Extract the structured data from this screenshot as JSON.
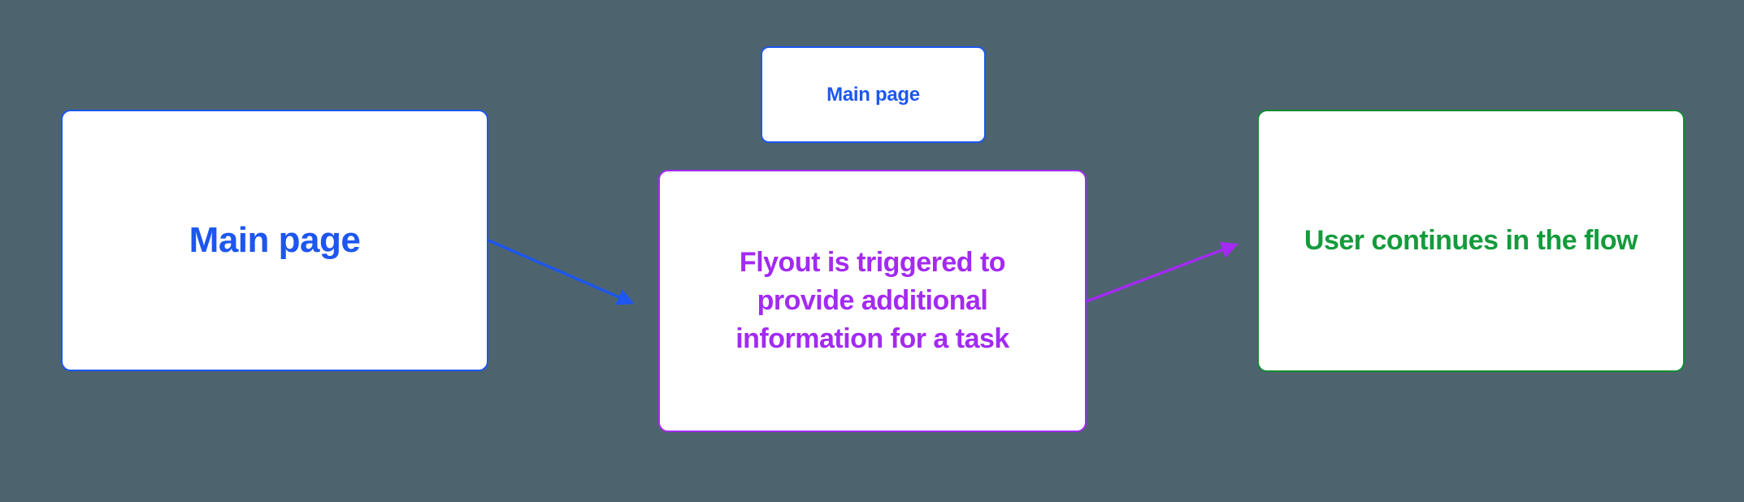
{
  "colors": {
    "background": "#4d646e",
    "node_fill": "#ffffff",
    "blue": "#1d56f0",
    "purple": "#a32af2",
    "green_text": "#149b3c",
    "green_border": "#128a32"
  },
  "nodes": {
    "main_page": {
      "label": "Main page"
    },
    "main_page_small": {
      "label": "Main page"
    },
    "flyout": {
      "label": "Flyout is triggered to\nprovide additional\ninformation for a task"
    },
    "continue": {
      "label": "User continues in the flow"
    }
  },
  "edges": [
    {
      "from": "Main page",
      "to": "Flyout is triggered to provide additional information for a task",
      "color": "#1d56f0"
    },
    {
      "from": "Flyout is triggered to provide additional information for a task",
      "to": "User continues in the flow",
      "color": "#a32af2"
    }
  ]
}
